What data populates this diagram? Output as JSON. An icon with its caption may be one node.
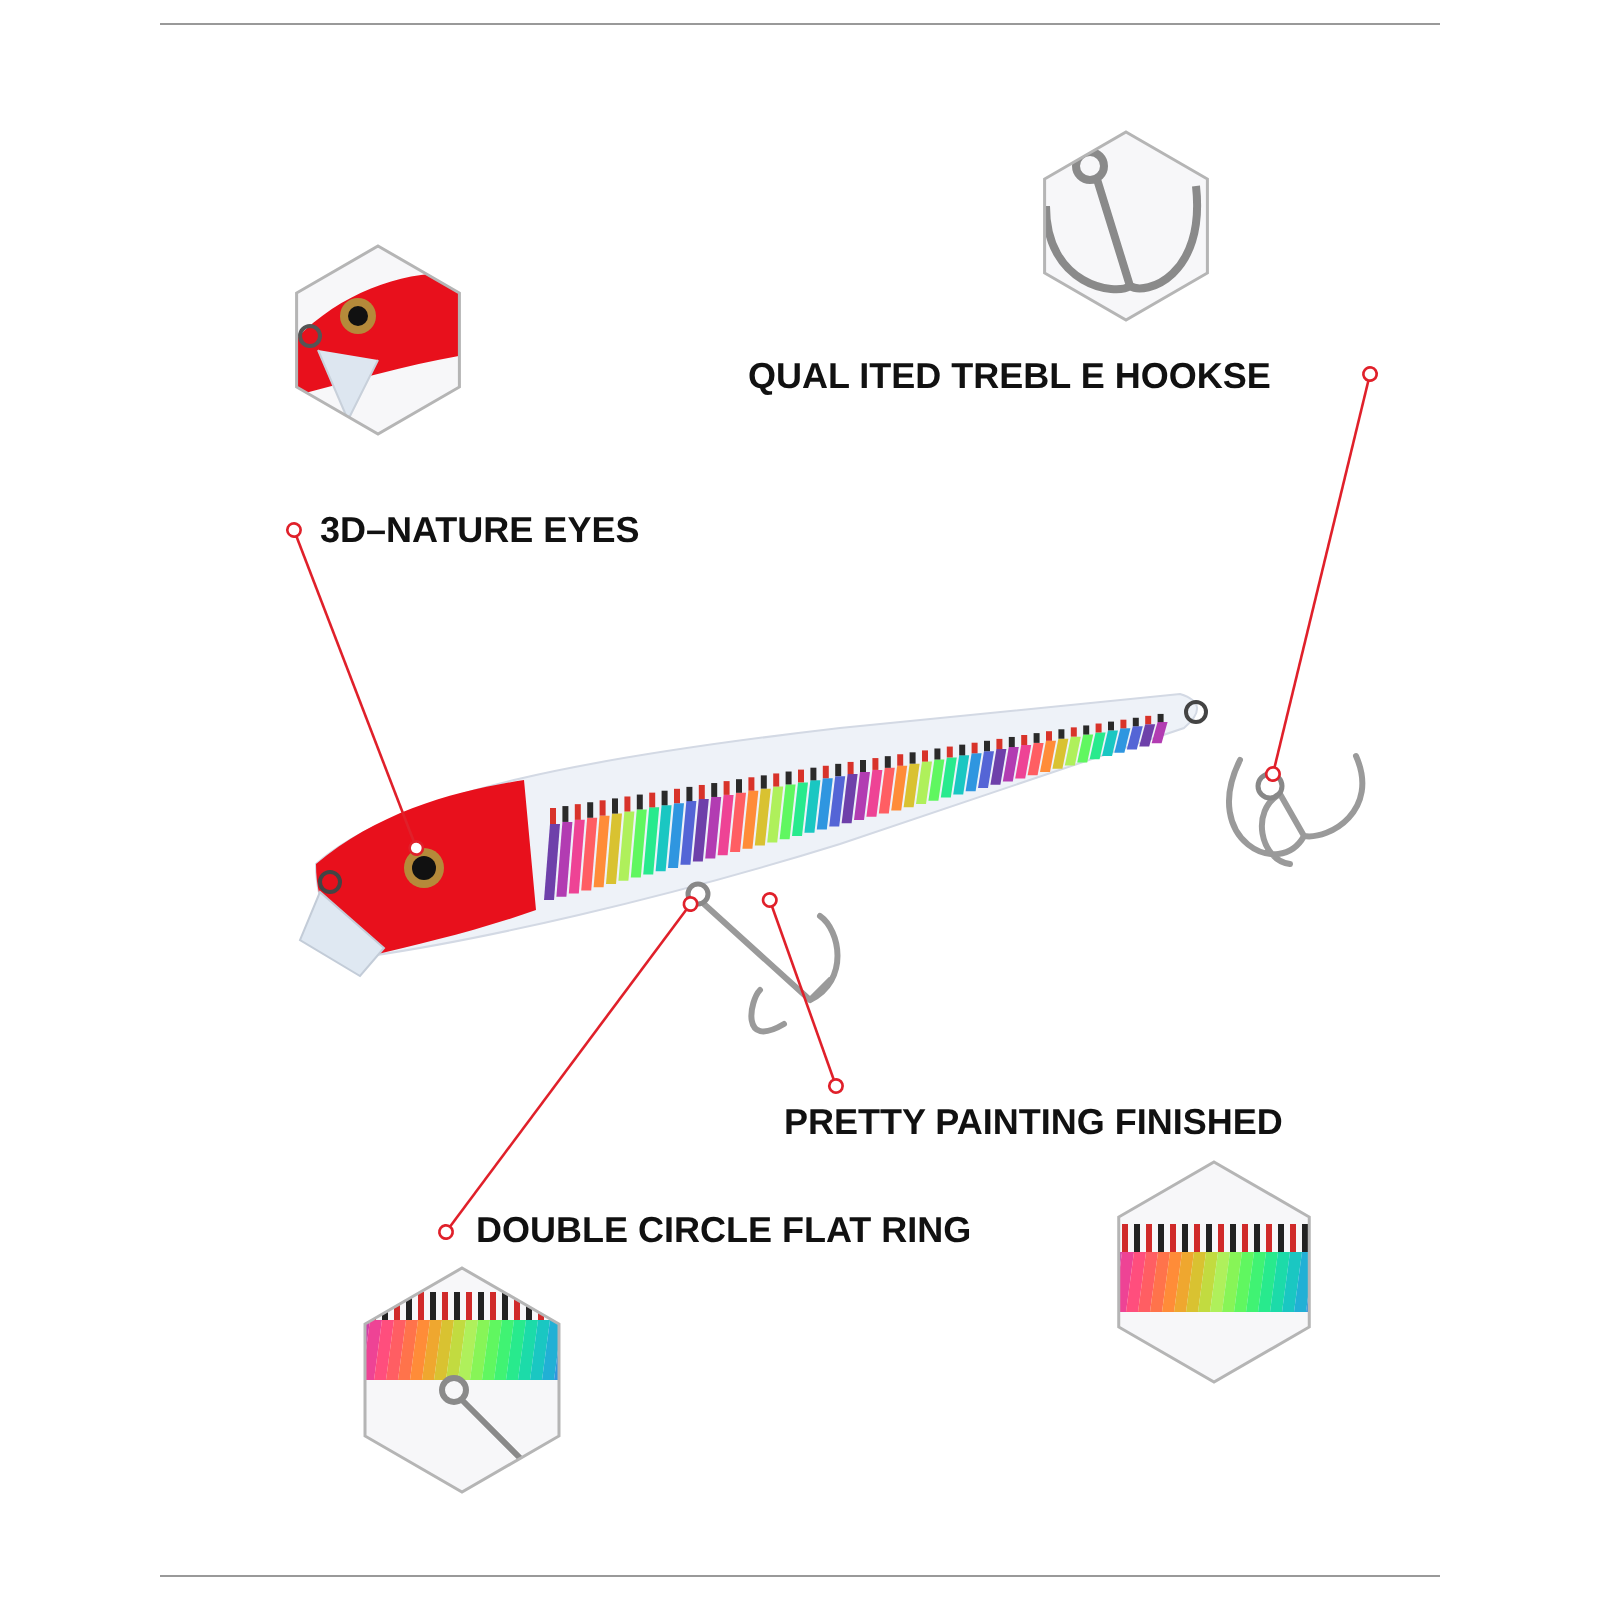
{
  "diagram": {
    "nodes": [
      {
        "text": [
          "QUAL ITED TREBL E HOOKSE"
        ]
      },
      {
        "text": [
          "3D–NATURE EYES"
        ]
      },
      {
        "text": [
          "PRETTY PAINTING FINISHED"
        ]
      },
      {
        "text": [
          "DOUBLE CIRCLE FLAT RING"
        ]
      },
      {
        "text": [],
        "shape": "picture"
      },
      {
        "text": [],
        "shape": "picture"
      },
      {
        "text": [],
        "shape": "circle"
      },
      {
        "text": [],
        "shape": "circle"
      }
    ],
    "edges": [
      {
        "from": 0,
        "to": 7,
        "arrow": "other"
      },
      {
        "from": 1,
        "to": 4,
        "arrow": "other"
      },
      {
        "from": 2,
        "to": 5,
        "arrow": "other"
      },
      {
        "from": 3,
        "to": 6,
        "arrow": "other"
      }
    ]
  }
}
